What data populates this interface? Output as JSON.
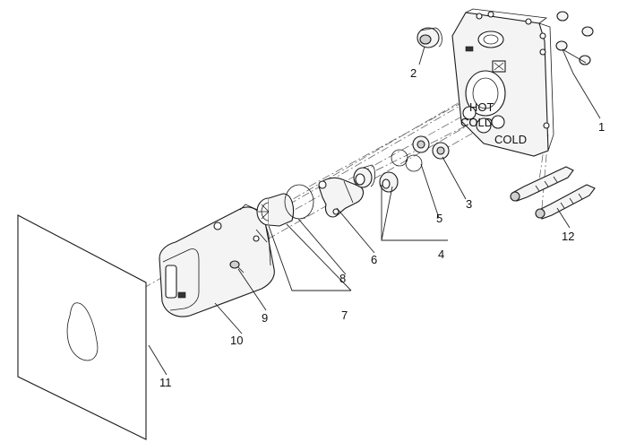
{
  "diagram": {
    "callouts": [
      {
        "id": "1",
        "text": "1"
      },
      {
        "id": "2",
        "text": "2"
      },
      {
        "id": "3",
        "text": "3"
      },
      {
        "id": "4",
        "text": "4"
      },
      {
        "id": "5",
        "text": "5"
      },
      {
        "id": "6",
        "text": "6"
      },
      {
        "id": "7",
        "text": "7"
      },
      {
        "id": "8",
        "text": "8"
      },
      {
        "id": "9",
        "text": "9"
      },
      {
        "id": "10",
        "text": "10"
      },
      {
        "id": "11",
        "text": "11"
      },
      {
        "id": "12",
        "text": "12"
      }
    ],
    "housing_marks": [
      "COLD",
      "HOT",
      "COLD"
    ],
    "colors": {
      "line": "#1a1a1a",
      "fill": "#f4f4f4",
      "background": "#ffffff"
    }
  }
}
